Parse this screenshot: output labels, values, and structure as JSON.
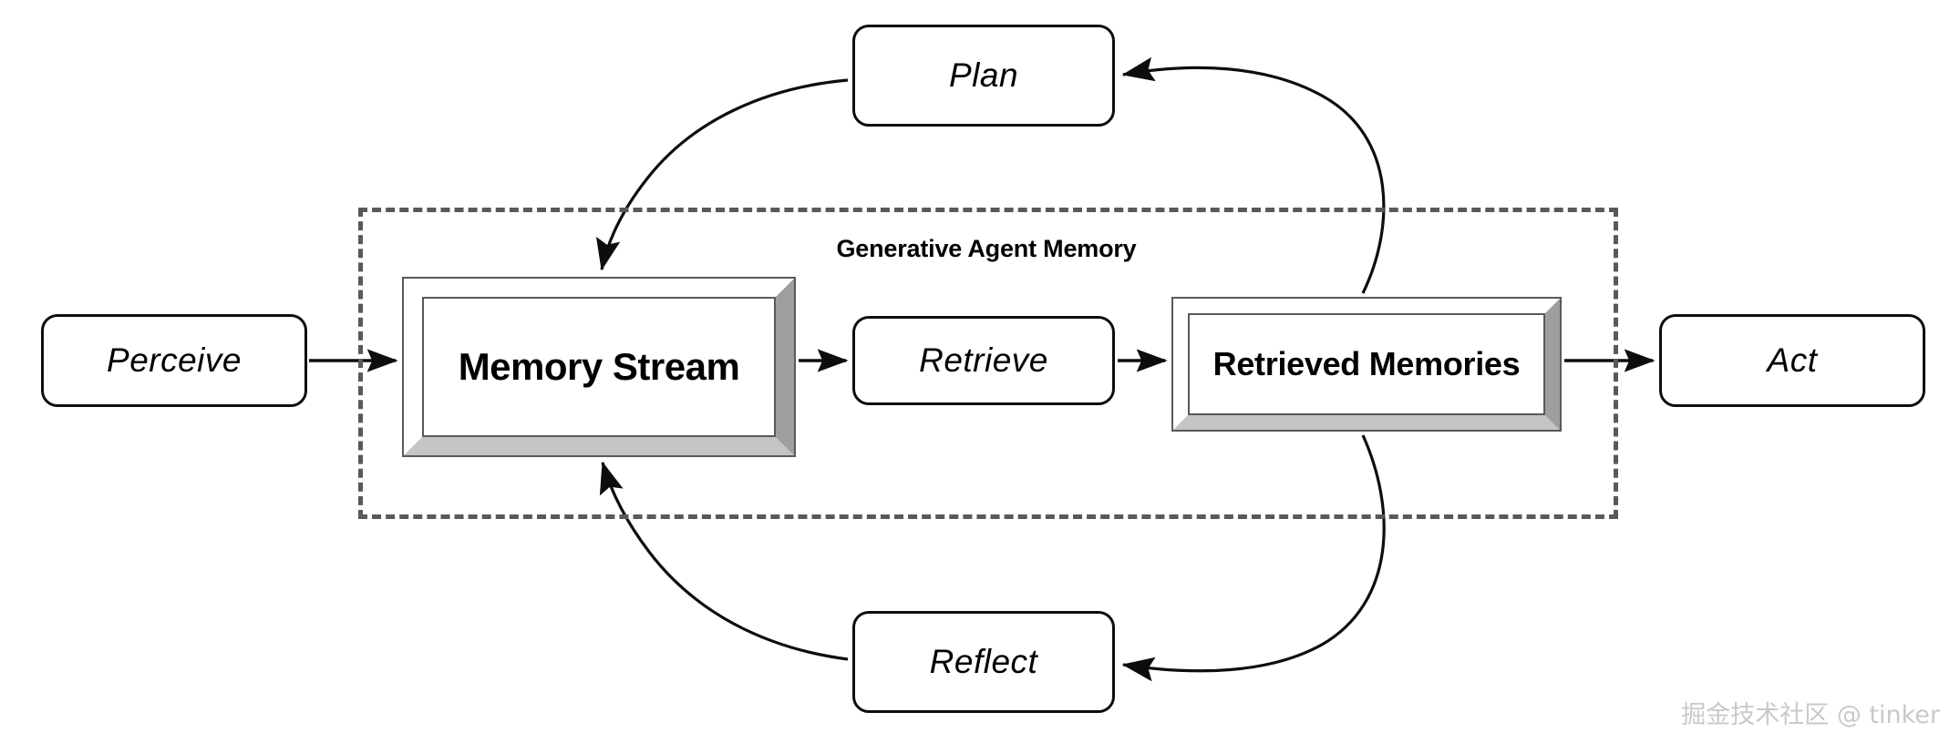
{
  "diagram": {
    "title": "Generative Agent Memory",
    "group": {
      "label": "Generative Agent Memory",
      "border_style": "dashed",
      "border_color": "#595959"
    },
    "nodes": {
      "perceive": {
        "label": "Perceive",
        "style": "rounded-italic"
      },
      "memory_stream": {
        "label": "Memory Stream",
        "style": "beveled-3d-bold"
      },
      "retrieve": {
        "label": "Retrieve",
        "style": "rounded-italic"
      },
      "retrieved_memories": {
        "label": "Retrieved Memories",
        "style": "beveled-3d-bold"
      },
      "act": {
        "label": "Act",
        "style": "rounded-italic"
      },
      "plan": {
        "label": "Plan",
        "style": "rounded-italic"
      },
      "reflect": {
        "label": "Reflect",
        "style": "rounded-italic"
      }
    },
    "edges": [
      {
        "from": "perceive",
        "to": "memory_stream",
        "kind": "straight-arrow"
      },
      {
        "from": "memory_stream",
        "to": "retrieve",
        "kind": "straight-arrow"
      },
      {
        "from": "retrieve",
        "to": "retrieved_memories",
        "kind": "straight-arrow"
      },
      {
        "from": "retrieved_memories",
        "to": "act",
        "kind": "straight-arrow"
      },
      {
        "from": "retrieved_memories",
        "to": "plan",
        "kind": "curved-arrow"
      },
      {
        "from": "plan",
        "to": "memory_stream",
        "kind": "curved-arrow"
      },
      {
        "from": "retrieved_memories",
        "to": "reflect",
        "kind": "curved-arrow"
      },
      {
        "from": "reflect",
        "to": "memory_stream",
        "kind": "curved-arrow"
      }
    ],
    "colors": {
      "line": "#0d0d0d",
      "dashed_border": "#595959",
      "bevel_light": "#ffffff",
      "bevel_shadow": "#9e9e9e",
      "background": "#ffffff",
      "watermark": "#c9c9c9"
    }
  },
  "watermark": {
    "text": "掘金技术社区 @ tinker"
  }
}
